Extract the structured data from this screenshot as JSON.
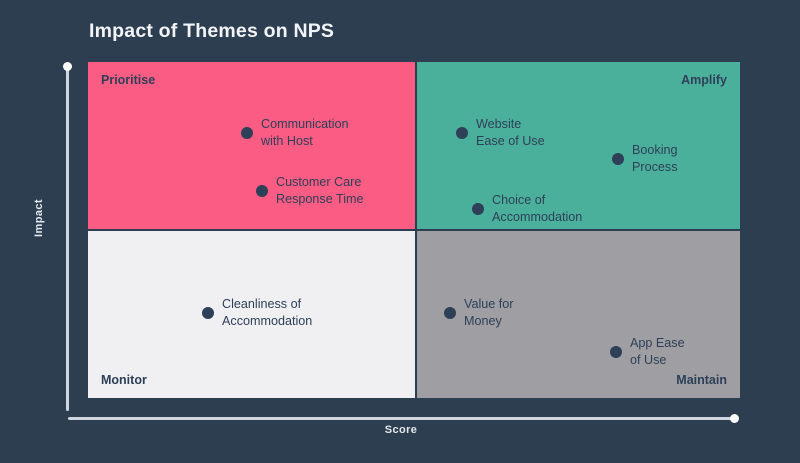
{
  "chart_data": {
    "type": "scatter",
    "title": "Impact of Themes on NPS",
    "xlabel": "Score",
    "ylabel": "Impact",
    "grid": false,
    "legend": "none",
    "xlim": [
      0,
      100
    ],
    "ylim": [
      0,
      100
    ],
    "quadrants": [
      {
        "key": "prioritise",
        "label": "Prioritise",
        "color": "#fb5c84",
        "corner": "top-left",
        "x_range": [
          0,
          50
        ],
        "y_range": [
          50,
          100
        ]
      },
      {
        "key": "amplify",
        "label": "Amplify",
        "color": "#4bb09b",
        "corner": "top-right",
        "x_range": [
          50,
          100
        ],
        "y_range": [
          50,
          100
        ]
      },
      {
        "key": "monitor",
        "label": "Monitor",
        "color": "#f0eff2",
        "corner": "bottom-left",
        "x_range": [
          0,
          50
        ],
        "y_range": [
          0,
          50
        ]
      },
      {
        "key": "maintain",
        "label": "Maintain",
        "color": "#9e9ea3",
        "corner": "bottom-right",
        "x_range": [
          50,
          100
        ],
        "y_range": [
          0,
          50
        ]
      }
    ],
    "points": [
      {
        "name": "Communication with Host",
        "line1": "Communication",
        "line2": "with Host",
        "quadrant": "prioritise",
        "x": 24.4,
        "y": 82.1
      },
      {
        "name": "Customer Care Response Time",
        "line1": "Customer Care",
        "line2": "Response Time",
        "quadrant": "prioritise",
        "x": 26.7,
        "y": 64.9
      },
      {
        "name": "Website Ease of Use",
        "line1": "Website",
        "line2": "Ease of Use",
        "quadrant": "amplify",
        "x": 57.4,
        "y": 82.1
      },
      {
        "name": "Booking Process",
        "line1": "Booking",
        "line2": "Process",
        "quadrant": "amplify",
        "x": 81.3,
        "y": 74.4
      },
      {
        "name": "Choice of Accommodation",
        "line1": "Choice of",
        "line2": "Accommodation",
        "quadrant": "amplify",
        "x": 59.8,
        "y": 59.5
      },
      {
        "name": "Cleanliness of Accommodation",
        "line1": "Cleanliness of",
        "line2": "Accommodation",
        "quadrant": "monitor",
        "x": 18.4,
        "y": 28.6
      },
      {
        "name": "Value for Money",
        "line1": "Value for",
        "line2": "Money",
        "quadrant": "maintain",
        "x": 55.8,
        "y": 31.5
      },
      {
        "name": "App Ease of Use",
        "line1": "App Ease",
        "line2": "of Use",
        "quadrant": "maintain",
        "x": 81.0,
        "y": 19.9
      }
    ]
  },
  "colors": {
    "background": "#2c3e50",
    "title_text": "#f2f4f7",
    "axis_line": "#cfd6dd",
    "axis_cap": "#ffffff",
    "axis_label_text": "#e3e8ee",
    "point_fill": "#2e4057",
    "point_label_text": "#2e4057",
    "quadrant_prioritise": "#fb5c84",
    "quadrant_amplify": "#4bb09b",
    "quadrant_monitor": "#f0eff2",
    "quadrant_maintain": "#9e9ea3"
  }
}
